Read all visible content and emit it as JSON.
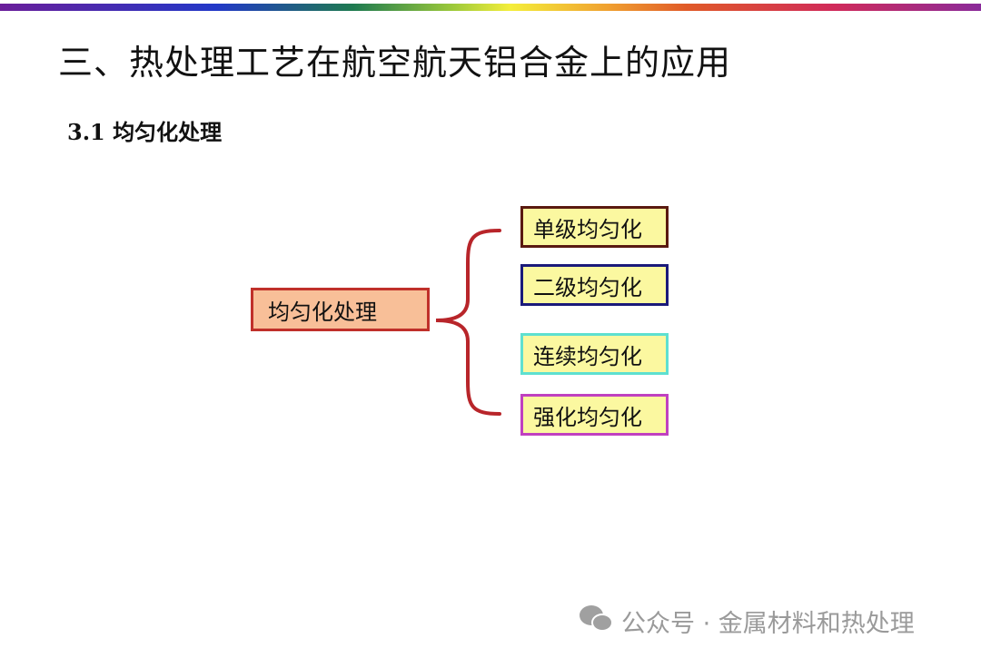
{
  "header": {
    "title": "三、热处理工艺在航空航天铝合金上的应用",
    "subtitle": "3.1 均匀化处理"
  },
  "diagram": {
    "root": {
      "label": "均匀化处理",
      "fill": "#f8bf98",
      "border": "#c0302a"
    },
    "brace_color": "#b8252a",
    "items": [
      {
        "label": "单级均匀化",
        "border": "#5a1a10"
      },
      {
        "label": "二级均匀化",
        "border": "#1a1a7a"
      },
      {
        "label": "连续均匀化",
        "border": "#5ee0d0"
      },
      {
        "label": "强化均匀化",
        "border": "#c040c0"
      }
    ]
  },
  "watermark": {
    "text": "公众号 · 金属材料和热处理"
  }
}
